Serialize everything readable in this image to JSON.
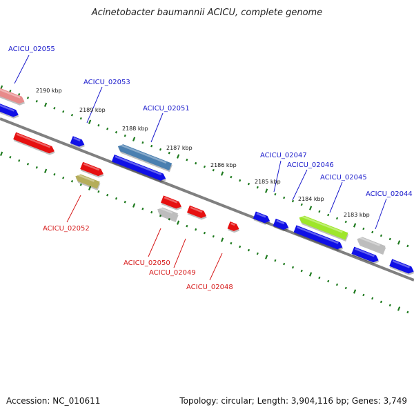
{
  "title": "Acinetobacter baumannii ACICU, complete genome",
  "footer": {
    "accession": "Accession: NC_010611",
    "summary": "Topology: circular; Length: 3,904,116 bp; Genes: 3,749"
  },
  "kbp_ticks": [
    {
      "text": "2190 kbp"
    },
    {
      "text": "2189 kbp"
    },
    {
      "text": "2188 kbp"
    },
    {
      "text": "2187 kbp"
    },
    {
      "text": "2186 kbp"
    },
    {
      "text": "2185 kbp"
    },
    {
      "text": "2184 kbp"
    },
    {
      "text": "2183 kbp"
    }
  ],
  "gene_labels": [
    {
      "text": "ACICU_02055",
      "color": "#1a1acc"
    },
    {
      "text": "ACICU_02053",
      "color": "#1a1acc"
    },
    {
      "text": "ACICU_02051",
      "color": "#1a1acc"
    },
    {
      "text": "ACICU_02047",
      "color": "#1a1acc"
    },
    {
      "text": "ACICU_02046",
      "color": "#1a1acc"
    },
    {
      "text": "ACICU_02045",
      "color": "#1a1acc"
    },
    {
      "text": "ACICU_02044",
      "color": "#1a1acc"
    },
    {
      "text": "ACICU_02052",
      "color": "#d61a1a"
    },
    {
      "text": "ACICU_02050",
      "color": "#d61a1a"
    },
    {
      "text": "ACICU_02049",
      "color": "#d61a1a"
    },
    {
      "text": "ACICU_02048",
      "color": "#d61a1a"
    }
  ],
  "colors": {
    "backbone": "#808080",
    "tick_dot": "#1e7a1e",
    "gene_blue": "#1010e6",
    "gene_red": "#e61010",
    "gene_pink": "#e88a8a",
    "gene_steel": "#4a7fb0",
    "gene_olive": "#b5ad5a",
    "gene_lime": "#9ee62a",
    "gene_gray": "#bdbdbd"
  }
}
